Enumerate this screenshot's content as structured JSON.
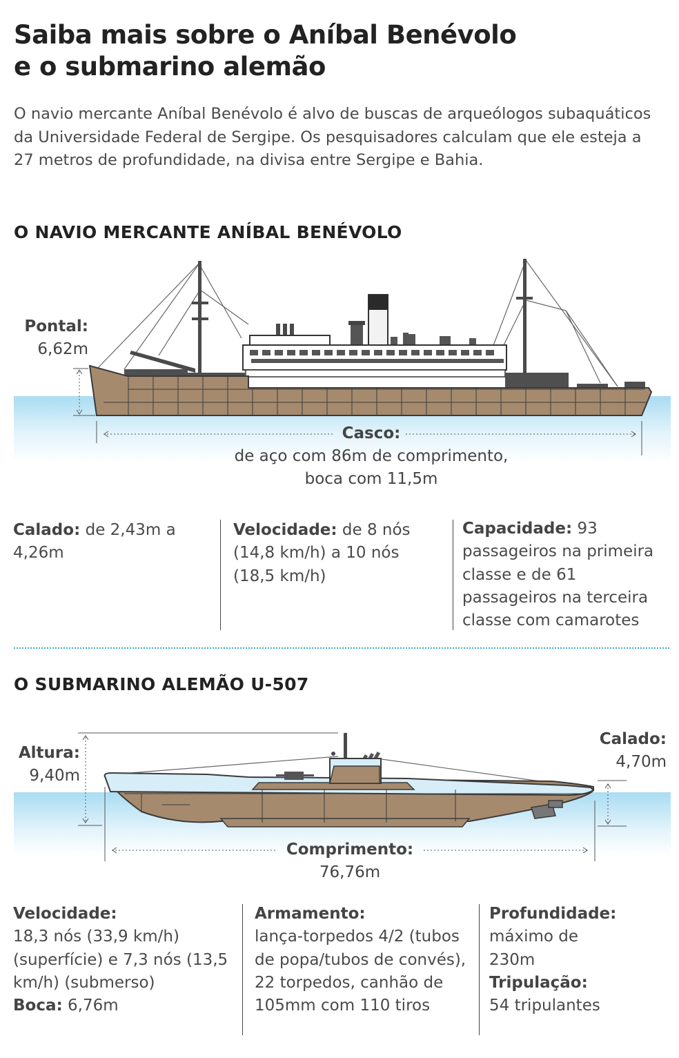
{
  "title_line1": "Saiba mais sobre o Aníbal Benévolo",
  "title_line2": "e o submarino alemão",
  "intro": "O navio mercante Aníbal Benévolo é alvo de buscas de arqueólogos subaquáticos da Universidade Federal de Sergipe. Os pesquisadores calculam que ele esteja a 27 metros de profundidade, na divisa entre Sergipe e Bahia.",
  "ship": {
    "heading": "O NAVIO MERCANTE ANÍBAL BENÉVOLO",
    "pontal_label": "Pontal:",
    "pontal_value": "6,62m",
    "casco_label": "Casco:",
    "casco_line1": "de aço com 86m de comprimento,",
    "casco_line2": "boca com 11,5m",
    "stats": [
      {
        "label": "Calado:",
        "text": "de 2,43m a 4,26m"
      },
      {
        "label": "Velocidade:",
        "text": "de 8 nós (14,8 km/h) a 10 nós (18,5 km/h)"
      },
      {
        "label": "Capacidade:",
        "text": "93 passageiros na primeira classe e de 61 passageiros na terceira classe com camarotes"
      }
    ]
  },
  "sub": {
    "heading": "O SUBMARINO ALEMÃO U-507",
    "altura_label": "Altura:",
    "altura_value": "9,40m",
    "calado_label": "Calado:",
    "calado_value": "4,70m",
    "comprimento_label": "Comprimento:",
    "comprimento_value": "76,76m",
    "col1": {
      "velocidade_label": "Velocidade:",
      "velocidade_text": "18,3 nós (33,9 km/h) (superfície) e 7,3 nós (13,5 km/h) (submerso)",
      "boca_label": "Boca:",
      "boca_text": "6,76m"
    },
    "col2": {
      "armamento_label": "Armamento:",
      "armamento_text": "lança-torpedos 4/2 (tubos de popa/tubos de convés), 22 torpedos, canhão de 105mm com 110 tiros"
    },
    "col3": {
      "profundidade_label": "Profundidade:",
      "profundidade_text": "máximo de 230m",
      "tripulacao_label": "Tripulação:",
      "tripulacao_text": "54 tripulantes"
    }
  },
  "colors": {
    "water_top": "#a9dcf2",
    "hull": "#a58a6e",
    "superstructure": "#5a5a5a",
    "sub_deck": "#d7eef8",
    "dotted_rule": "#3aa6d8"
  }
}
